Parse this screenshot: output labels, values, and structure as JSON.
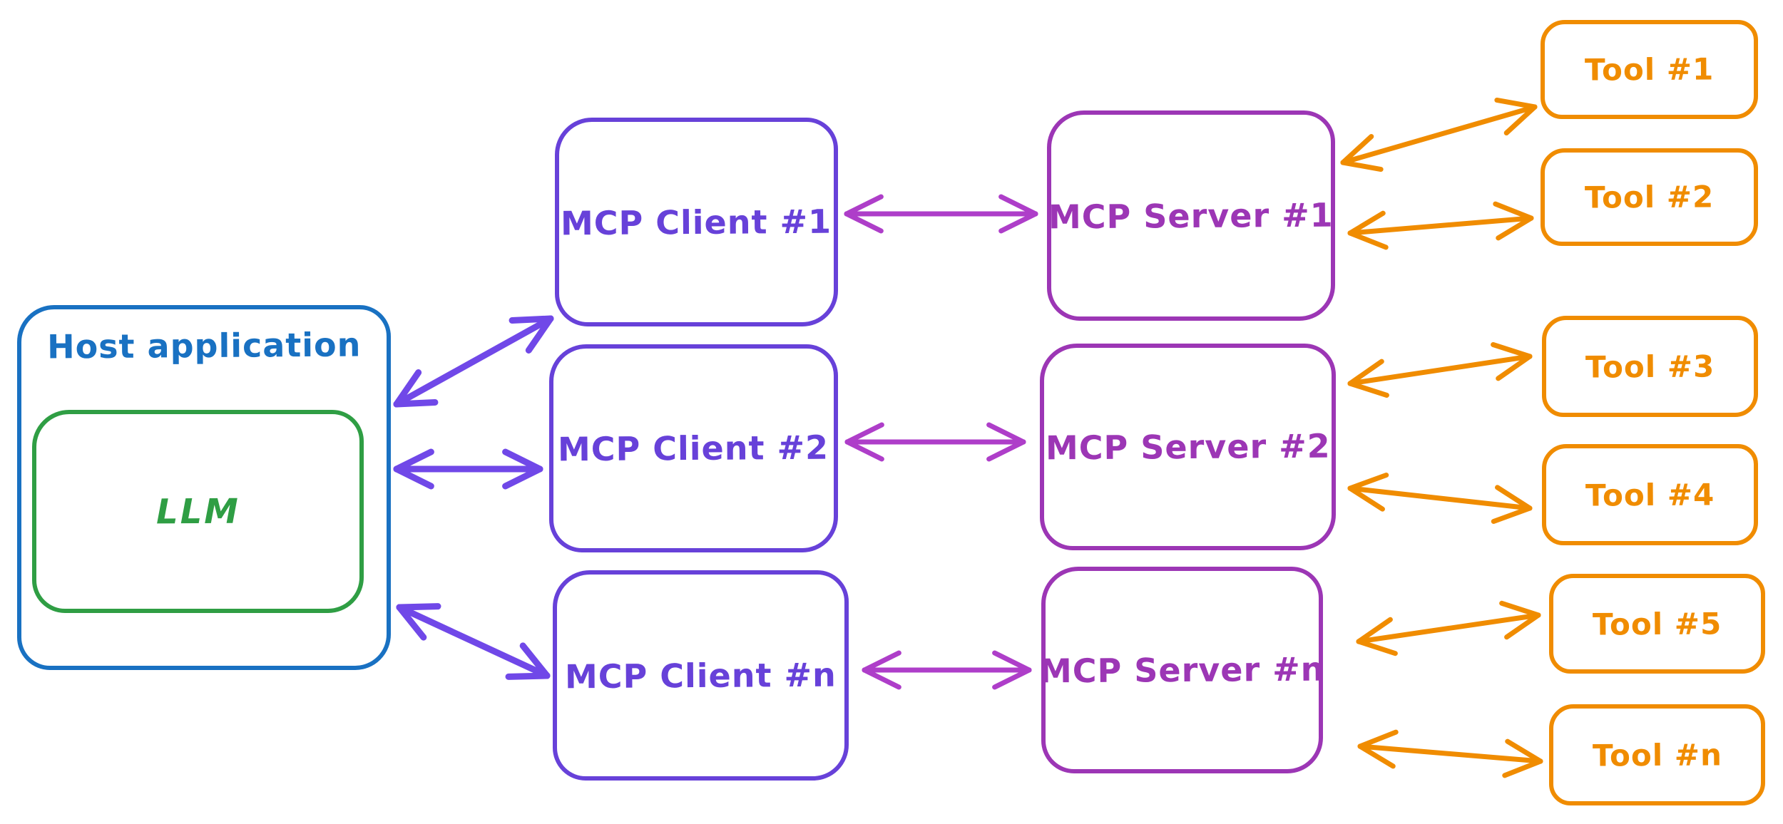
{
  "diagram": {
    "background": "#ffffff"
  },
  "nodes": {
    "host": {
      "label": "Host application",
      "color": "#1971c2"
    },
    "llm": {
      "label": "LLM",
      "color": "#2f9e44"
    },
    "clients": [
      {
        "id": "mcp-client-1",
        "label": "MCP Client #1",
        "color": "#6741d9"
      },
      {
        "id": "mcp-client-2",
        "label": "MCP Client #2",
        "color": "#6741d9"
      },
      {
        "id": "mcp-client-n",
        "label": "MCP Client #n",
        "color": "#6741d9"
      }
    ],
    "servers": [
      {
        "id": "mcp-server-1",
        "label": "MCP Server #1",
        "color": "#9c36b5"
      },
      {
        "id": "mcp-server-2",
        "label": "MCP Server #2",
        "color": "#9c36b5"
      },
      {
        "id": "mcp-server-n",
        "label": "MCP Server #n",
        "color": "#9c36b5"
      }
    ],
    "tools": [
      {
        "id": "tool-1",
        "label": "Tool #1",
        "color": "#f08c00"
      },
      {
        "id": "tool-2",
        "label": "Tool #2",
        "color": "#f08c00"
      },
      {
        "id": "tool-3",
        "label": "Tool #3",
        "color": "#f08c00"
      },
      {
        "id": "tool-4",
        "label": "Tool #4",
        "color": "#f08c00"
      },
      {
        "id": "tool-5",
        "label": "Tool #5",
        "color": "#f08c00"
      },
      {
        "id": "tool-n",
        "label": "Tool #n",
        "color": "#f08c00"
      }
    ]
  },
  "connections": [
    {
      "from": "host",
      "to": "mcp-client-1",
      "color": "#7048e8"
    },
    {
      "from": "host",
      "to": "mcp-client-2",
      "color": "#7048e8"
    },
    {
      "from": "host",
      "to": "mcp-client-n",
      "color": "#7048e8"
    },
    {
      "from": "mcp-client-1",
      "to": "mcp-server-1",
      "color": "#ae3ec9"
    },
    {
      "from": "mcp-client-2",
      "to": "mcp-server-2",
      "color": "#ae3ec9"
    },
    {
      "from": "mcp-client-n",
      "to": "mcp-server-n",
      "color": "#ae3ec9"
    },
    {
      "from": "mcp-server-1",
      "to": "tool-1",
      "color": "#f08c00"
    },
    {
      "from": "mcp-server-1",
      "to": "tool-2",
      "color": "#f08c00"
    },
    {
      "from": "mcp-server-2",
      "to": "tool-3",
      "color": "#f08c00"
    },
    {
      "from": "mcp-server-2",
      "to": "tool-4",
      "color": "#f08c00"
    },
    {
      "from": "mcp-server-n",
      "to": "tool-5",
      "color": "#f08c00"
    },
    {
      "from": "mcp-server-n",
      "to": "tool-n",
      "color": "#f08c00"
    }
  ]
}
